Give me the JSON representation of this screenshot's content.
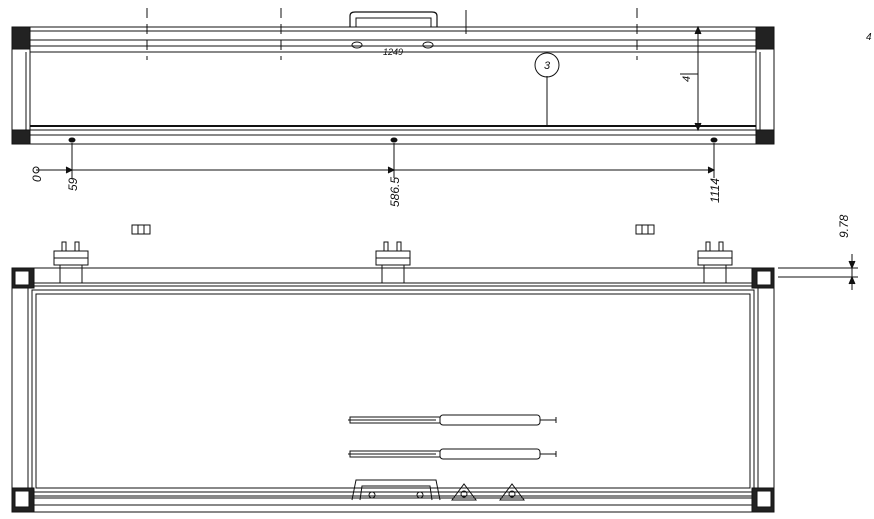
{
  "drawing": {
    "top_view": {
      "length_label": "1249",
      "balloon_label": "3",
      "side_mark": "4"
    },
    "dimensions": {
      "origin": "0",
      "left_hole": "59",
      "center_hole": "586.5",
      "right_hole": "1114",
      "side_thickness": "9.78"
    },
    "edge_mark": "4"
  }
}
